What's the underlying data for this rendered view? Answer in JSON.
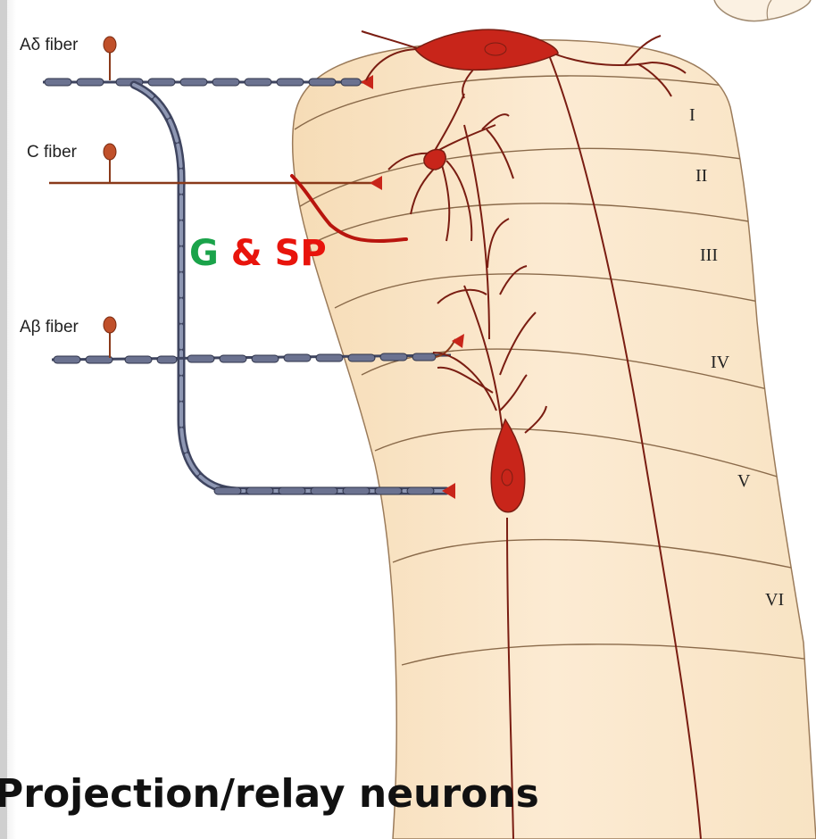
{
  "fibers": {
    "a_delta": "Aδ fiber",
    "c": "C fiber",
    "a_beta": "Aβ fiber"
  },
  "laminae": [
    "I",
    "II",
    "III",
    "IV",
    "V",
    "VI"
  ],
  "annotation": {
    "g": "G",
    "amp_sp": " & SP"
  },
  "caption": "Projection/relay neurons",
  "colors": {
    "neuron": "#c8251a",
    "myelin": "#5a6078",
    "cord_fill": "#fbe9cf",
    "lamina_line": "#8a6a4a",
    "annotation_green": "#1aa34a",
    "annotation_red": "#e8140c"
  }
}
